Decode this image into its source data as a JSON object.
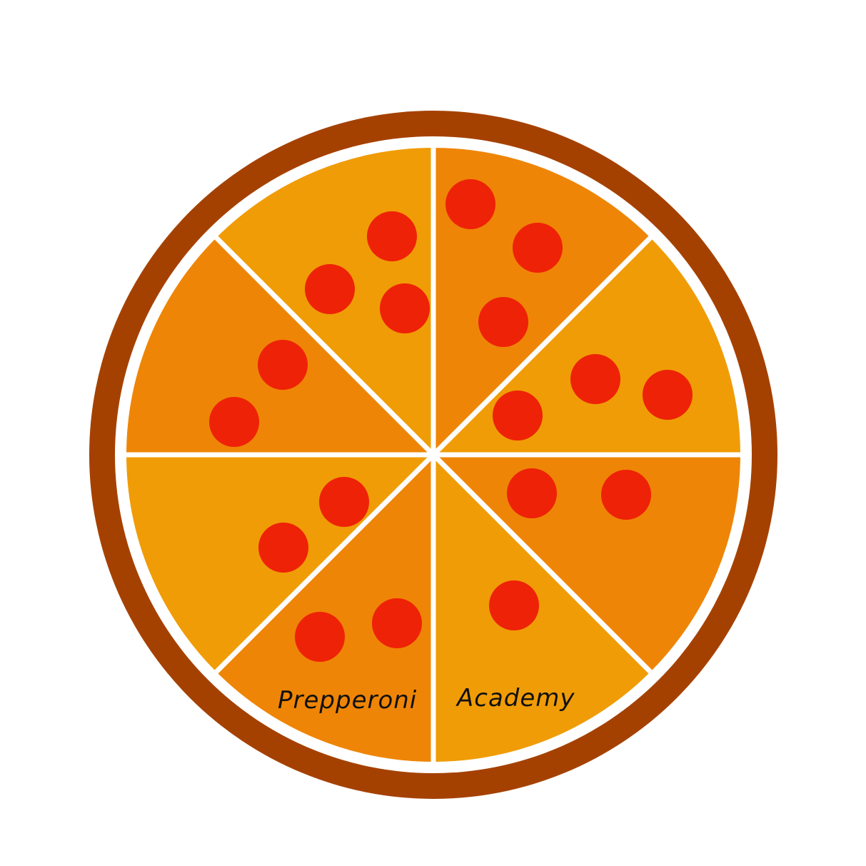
{
  "logo": {
    "word_left": "Prepperoni",
    "word_right": "Academy"
  },
  "colors": {
    "background": "#ffffff",
    "crust": "#a54100",
    "divider": "#ffffff",
    "slice_light": "#f09c06",
    "slice_dark": "#ef8506",
    "pepperoni": "#ee2206",
    "text": "#111111"
  },
  "pizza": {
    "slice_count": 8,
    "slices": [
      {
        "name": "slice-top-left",
        "shade": "light",
        "pepperoni_count": 3
      },
      {
        "name": "slice-top-right",
        "shade": "dark",
        "pepperoni_count": 3
      },
      {
        "name": "slice-right-upper",
        "shade": "light",
        "pepperoni_count": 3
      },
      {
        "name": "slice-right-lower",
        "shade": "dark",
        "pepperoni_count": 2
      },
      {
        "name": "slice-bottom-right",
        "shade": "light",
        "pepperoni_count": 1
      },
      {
        "name": "slice-bottom-left",
        "shade": "dark",
        "pepperoni_count": 2
      },
      {
        "name": "slice-left-lower",
        "shade": "light",
        "pepperoni_count": 2
      },
      {
        "name": "slice-left-upper",
        "shade": "dark",
        "pepperoni_count": 2
      }
    ]
  }
}
